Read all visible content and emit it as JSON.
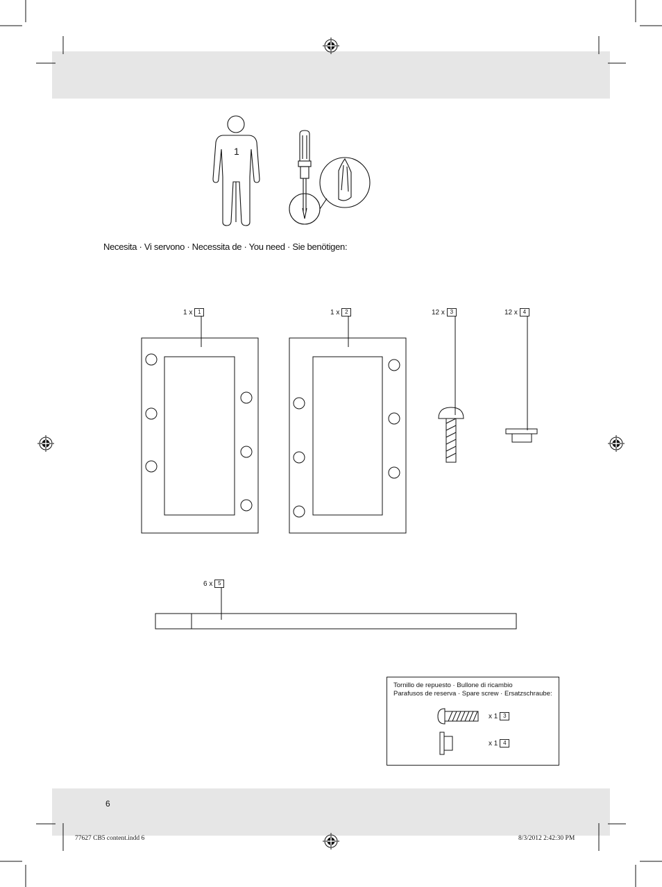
{
  "header_band": "",
  "page_number": "6",
  "you_need": "Necesita · Vi servono · Necessita de · You need · Sie benötigen:",
  "parts": [
    {
      "qty": "1 x",
      "number": "1"
    },
    {
      "qty": "1 x",
      "number": "2"
    },
    {
      "qty": "12 x",
      "number": "3"
    },
    {
      "qty": "12 x",
      "number": "4"
    },
    {
      "qty": "6 x",
      "number": "5"
    }
  ],
  "person_count": "1",
  "spare": {
    "line1": "Tornillo de repuesto · Bullone di ricambio",
    "line2": "Parafusos de reserva · Spare screw · Ersatzschraube:",
    "items": [
      {
        "qty": "x 1",
        "number": "3"
      },
      {
        "qty": "x 1",
        "number": "4"
      }
    ]
  },
  "footer": {
    "file": "77627 CB5 content.indd   6",
    "timestamp": "8/3/2012   2:42:30 PM"
  }
}
